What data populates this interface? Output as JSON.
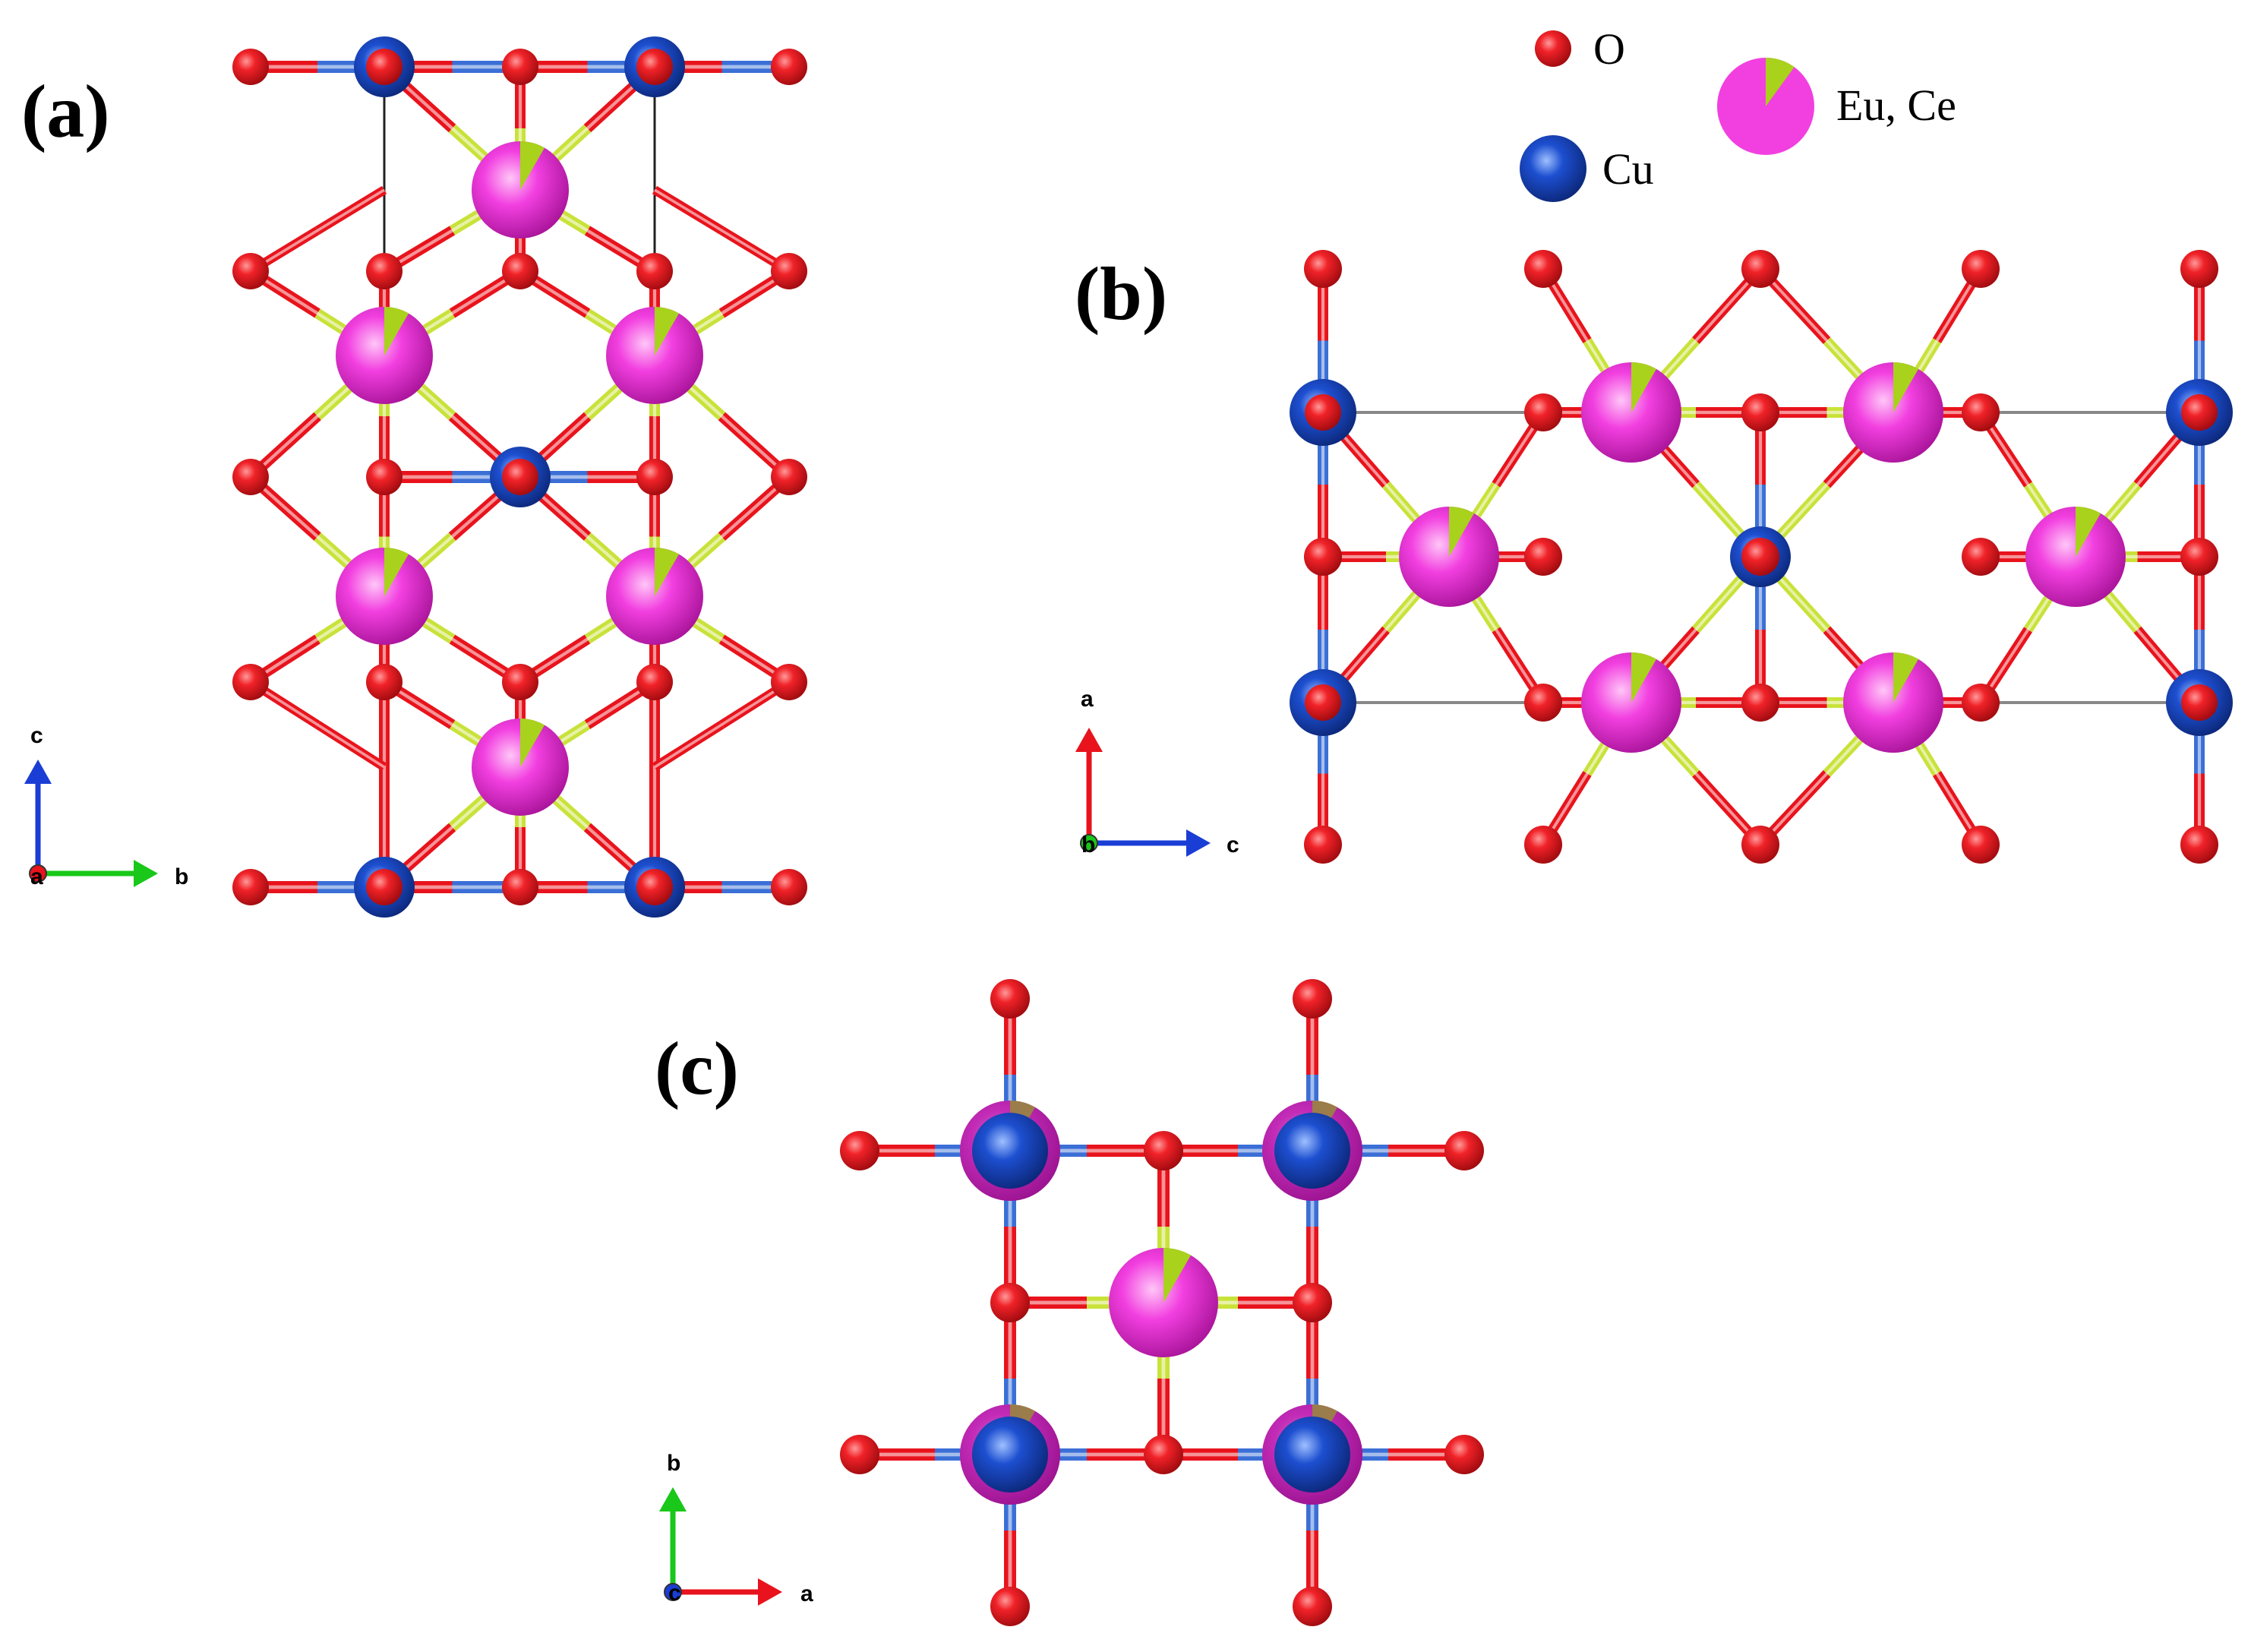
{
  "panels": {
    "a": {
      "label": "(a)",
      "axes": {
        "vertical": "c",
        "horizontal": "b",
        "origin": "a"
      }
    },
    "b": {
      "label": "(b)",
      "axes": {
        "vertical": "a",
        "horizontal": "c",
        "origin": "b"
      }
    },
    "c": {
      "label": "(c)",
      "axes": {
        "vertical": "b",
        "horizontal": "a",
        "origin": "c"
      }
    }
  },
  "legend": {
    "oxygen": "O",
    "copper": "Cu",
    "rare_earth": "Eu, Ce"
  },
  "colors": {
    "oxygen": "#e8131c",
    "copper": "#1a47c2",
    "rare_earth": "#f23fe0",
    "rare_earth_minor": "#a9d21c",
    "bond_cu": "#3b6fd6",
    "bond_re": "#c9e23a",
    "cell_edge": "#222222",
    "axis_a": "#e8131c",
    "axis_b": "#19c819",
    "axis_c": "#1a3dd6"
  },
  "icons": {
    "oxygen": "red-sphere-icon",
    "copper": "blue-sphere-icon",
    "rare_earth": "pie-sphere-icon"
  }
}
